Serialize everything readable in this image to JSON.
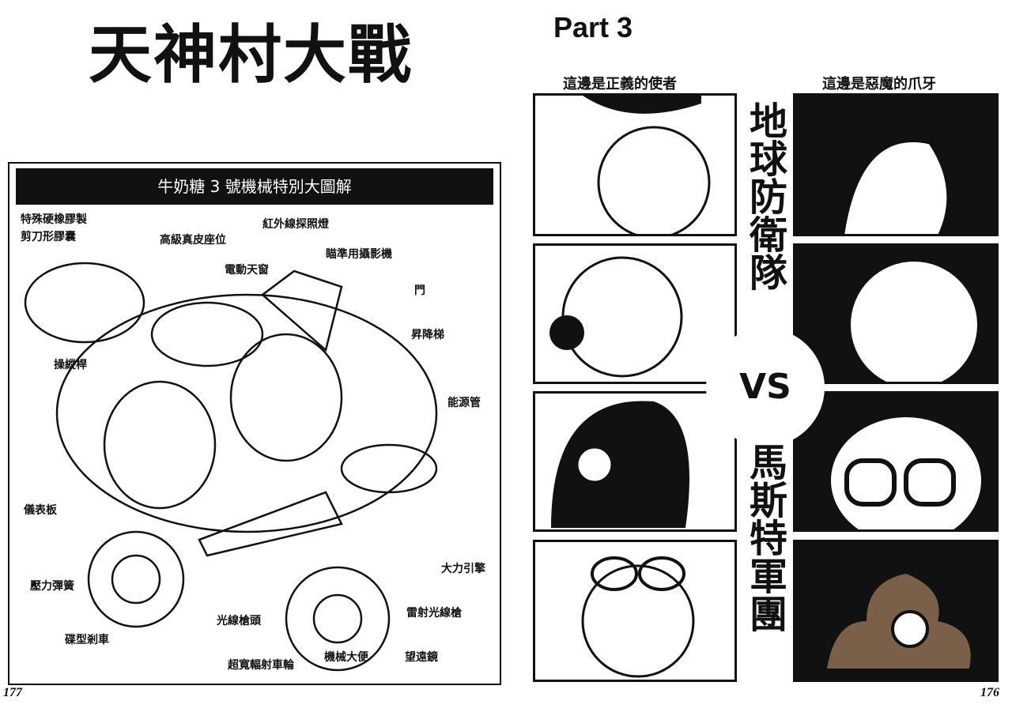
{
  "left_page": {
    "title": "天神村大戰",
    "diagram": {
      "heading": "牛奶糖 3 號機械特別大圖解",
      "labels": [
        "特殊硬橡膠製",
        "剪刀形膠囊",
        "高級真皮座位",
        "紅外線探照燈",
        "瞄準用攝影機",
        "電動天窗",
        "門",
        "昇降梯",
        "操縱桿",
        "能源管",
        "儀表板",
        "大力引擎",
        "壓力彈簧",
        "雷射光線槍",
        "光線槍頭",
        "碟型剎車",
        "望遠鏡",
        "機械大便",
        "超寬輻射車輪"
      ]
    },
    "page_number": "177"
  },
  "right_page": {
    "part": "Part 3",
    "left_caption": "這邊是正義的使者",
    "right_caption": "這邊是惡魔的爪牙",
    "team_left": "地球防衛隊",
    "vs": "VS",
    "team_right": "馬斯特軍團",
    "page_number": "176"
  }
}
